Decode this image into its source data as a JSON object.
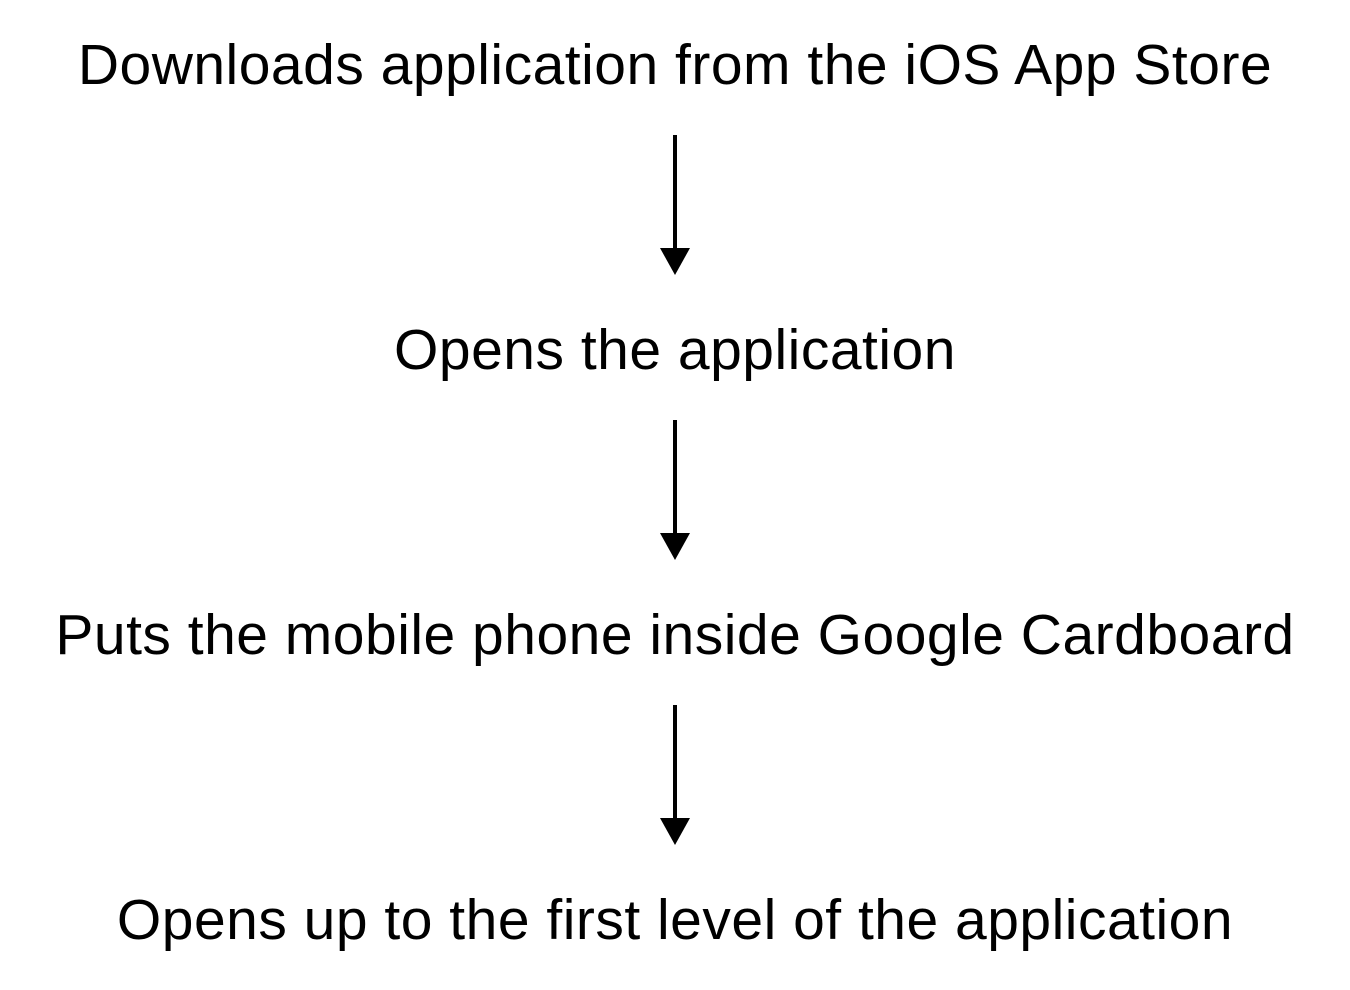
{
  "diagram": {
    "type": "flowchart",
    "direction": "top-down",
    "steps": [
      {
        "label": "Downloads application from the iOS App Store"
      },
      {
        "label": "Opens the application"
      },
      {
        "label": "Puts the mobile phone inside Google Cardboard"
      },
      {
        "label": "Opens up to the first level of the application"
      }
    ],
    "connectors": [
      {
        "from": 0,
        "to": 1,
        "style": "straight-arrow-down"
      },
      {
        "from": 1,
        "to": 2,
        "style": "straight-arrow-down"
      },
      {
        "from": 2,
        "to": 3,
        "style": "straight-arrow-down"
      }
    ],
    "colors": {
      "background": "#ffffff",
      "text": "#000000",
      "arrow": "#000000"
    }
  }
}
